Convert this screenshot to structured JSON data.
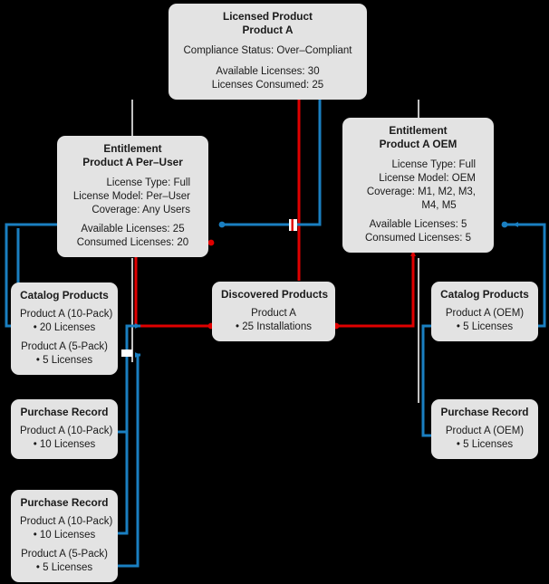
{
  "diagram": {
    "title": "License compliance reconciliation diagram",
    "background_color": "#000000",
    "node_fill": "#e3e3e3",
    "blue_wire_color": "#1a7fc1",
    "red_wire_color": "#e00000",
    "plain_wire_color": "#f2f2f2"
  },
  "licensed_product": {
    "title_line1": "Licensed Product",
    "title_line2": "Product A",
    "compliance": "Compliance Status: Over–Compliant",
    "available": "Available Licenses: 30",
    "consumed": "Licenses Consumed: 25"
  },
  "entitlement_per_user": {
    "title_line1": "Entitlement",
    "title_line2": "Product A Per–User",
    "license_type": "License Type:  Full",
    "license_model": "License Model:  Per–User",
    "coverage": "Coverage:  Any Users",
    "available": "Available Licenses: 25",
    "consumed": "Consumed Licenses: 20"
  },
  "entitlement_oem": {
    "title_line1": "Entitlement",
    "title_line2": "Product A OEM",
    "license_type": "License Type:  Full",
    "license_model": "License Model:  OEM",
    "coverage": "Coverage:  M1, M2, M3,",
    "coverage_cont": "M4, M5",
    "available": "Available Licenses: 5",
    "consumed": "Consumed Licenses: 5"
  },
  "catalog_left": {
    "title": "Catalog Products",
    "item1_name": "Product A (10-Pack)",
    "item1_qty": "• 20 Licenses",
    "item2_name": "Product A (5-Pack)",
    "item2_qty": "• 5 Licenses"
  },
  "discovered": {
    "title": "Discovered Products",
    "item1_name": "Product A",
    "item1_qty": "• 25 Installations"
  },
  "catalog_right": {
    "title": "Catalog Products",
    "item1_name": "Product A (OEM)",
    "item1_qty": "• 5 Licenses"
  },
  "purchase_left_1": {
    "title": "Purchase Record",
    "item1_name": "Product A (10-Pack)",
    "item1_qty": "• 10 Licenses"
  },
  "purchase_left_2": {
    "title": "Purchase Record",
    "item1_name": "Product A (10-Pack)",
    "item1_qty": "• 10 Licenses",
    "item2_name": "Product A (5-Pack)",
    "item2_qty": "• 5 Licenses"
  },
  "purchase_right": {
    "title": "Purchase Record",
    "item1_name": "Product A (OEM)",
    "item1_qty": "• 5 Licenses"
  }
}
